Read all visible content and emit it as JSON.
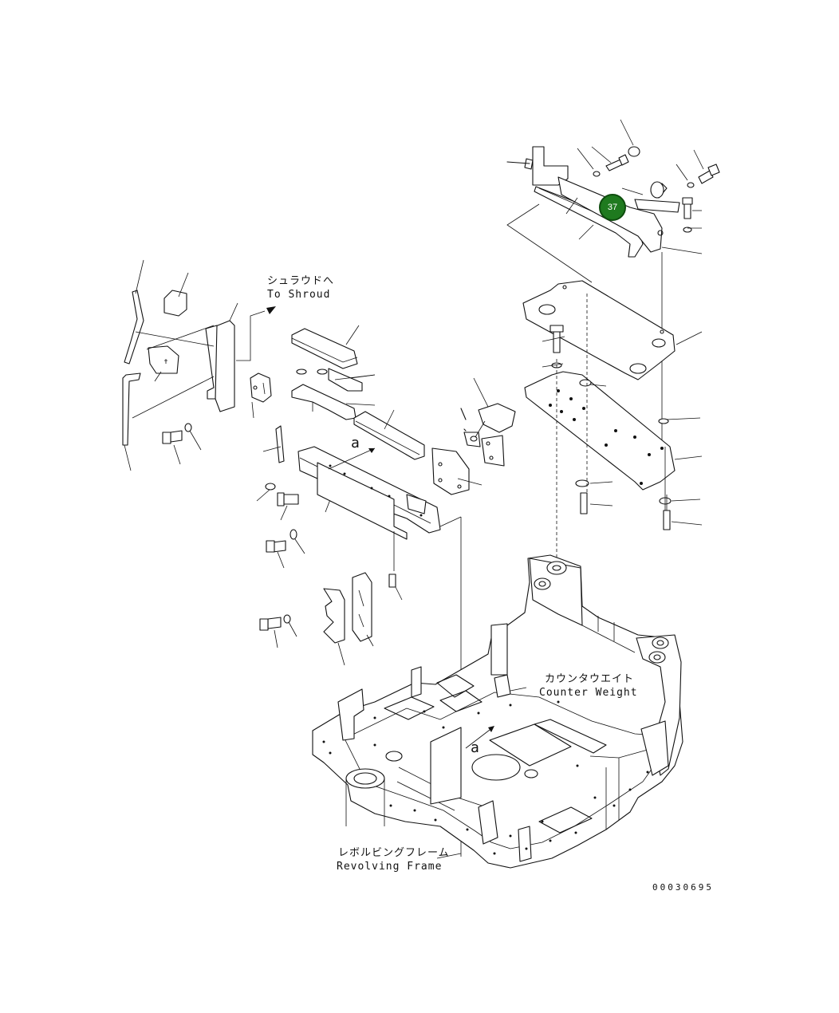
{
  "labels": {
    "shroud_jp": "シュラウドへ",
    "shroud_en": "To Shroud",
    "counterweight_jp": "カウンタウエイト",
    "counterweight_en": "Counter Weight",
    "frame_jp": "レボルビングフレーム",
    "frame_en": "Revolving Frame",
    "ref_a_upper": "a",
    "ref_a_lower": "a",
    "drawing_number": "00030695"
  },
  "callouts": [
    {
      "number": "37",
      "color": "#1f7a1f",
      "border": "#0e4d0e",
      "text_color": "#ffffff"
    }
  ]
}
